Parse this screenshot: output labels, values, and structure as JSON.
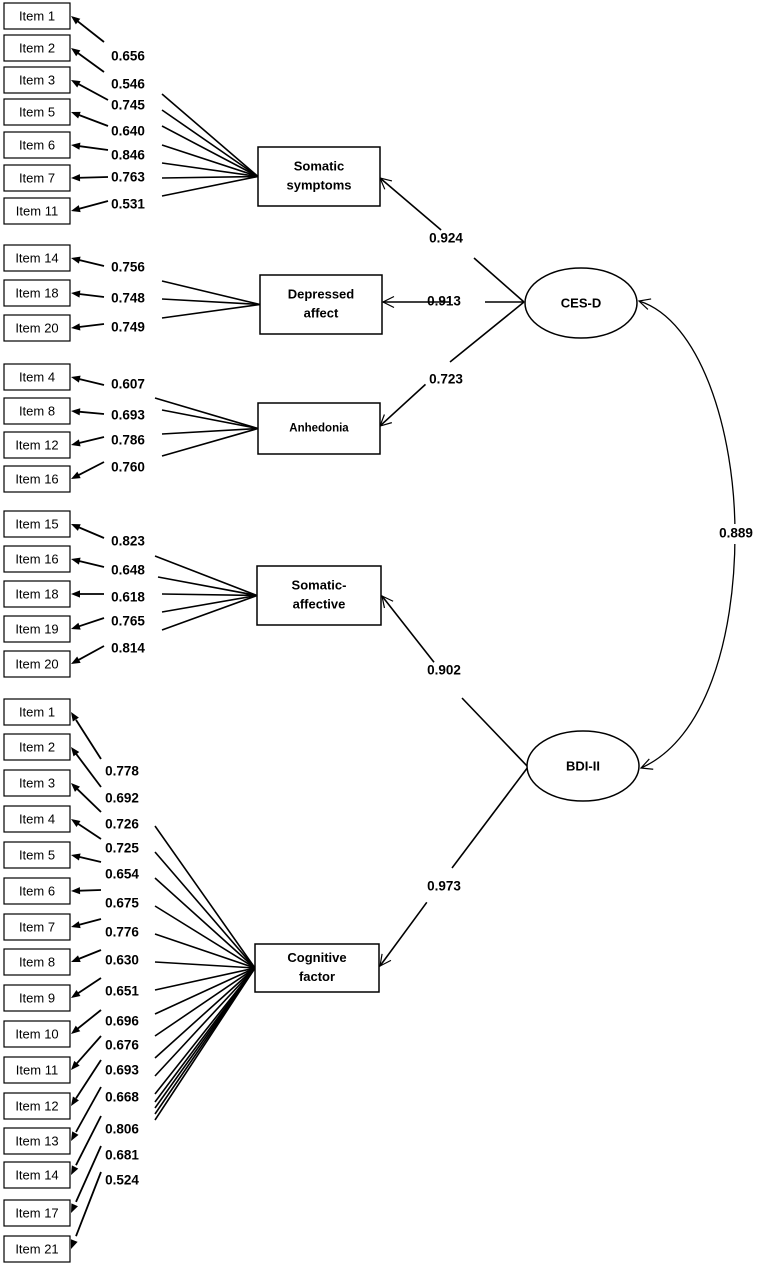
{
  "latent_factors": [
    {
      "id": "cesd",
      "label": "CES-D"
    },
    {
      "id": "bdi",
      "label": "BDI-II"
    }
  ],
  "correlation": {
    "between": [
      "CES-D",
      "BDI-II"
    ],
    "value": "0.889"
  },
  "first_order_factors": [
    {
      "id": "somatic",
      "label_lines": [
        "Somatic",
        "symptoms"
      ],
      "parent": "CES-D",
      "parent_loading": "0.924",
      "items": [
        {
          "label": "Item 1",
          "loading": "0.656"
        },
        {
          "label": "Item 2",
          "loading": "0.546"
        },
        {
          "label": "Item 3",
          "loading": "0.745"
        },
        {
          "label": "Item 5",
          "loading": "0.640"
        },
        {
          "label": "Item 6",
          "loading": "0.846"
        },
        {
          "label": "Item 7",
          "loading": "0.763"
        },
        {
          "label": "Item 11",
          "loading": "0.531"
        }
      ]
    },
    {
      "id": "depressed",
      "label_lines": [
        "Depressed",
        "affect"
      ],
      "parent": "CES-D",
      "parent_loading": "0.913",
      "items": [
        {
          "label": "Item 14",
          "loading": "0.756"
        },
        {
          "label": "Item 18",
          "loading": "0.748"
        },
        {
          "label": "Item 20",
          "loading": "0.749"
        }
      ]
    },
    {
      "id": "anhedonia",
      "label_lines": [
        "Anhedonia"
      ],
      "parent": "CES-D",
      "parent_loading": "0.723",
      "items": [
        {
          "label": "Item 4",
          "loading": "0.607"
        },
        {
          "label": "Item 8",
          "loading": "0.693"
        },
        {
          "label": "Item 12",
          "loading": "0.786"
        },
        {
          "label": "Item 16",
          "loading": "0.760"
        }
      ]
    },
    {
      "id": "somaff",
      "label_lines": [
        "Somatic-",
        "affective"
      ],
      "parent": "BDI-II",
      "parent_loading": "0.902",
      "items": [
        {
          "label": "Item 15",
          "loading": "0.823"
        },
        {
          "label": "Item 16",
          "loading": "0.648"
        },
        {
          "label": "Item 18",
          "loading": "0.618"
        },
        {
          "label": "Item 19",
          "loading": "0.765"
        },
        {
          "label": "Item 20",
          "loading": "0.814"
        }
      ]
    },
    {
      "id": "cognitive",
      "label_lines": [
        "Cognitive",
        "factor"
      ],
      "parent": "BDI-II",
      "parent_loading": "0.973",
      "items": [
        {
          "label": "Item 1",
          "loading": "0.778"
        },
        {
          "label": "Item 2",
          "loading": "0.692"
        },
        {
          "label": "Item 3",
          "loading": "0.726"
        },
        {
          "label": "Item 4",
          "loading": "0.725"
        },
        {
          "label": "Item 5",
          "loading": "0.654"
        },
        {
          "label": "Item 6",
          "loading": "0.675"
        },
        {
          "label": "Item 7",
          "loading": "0.776"
        },
        {
          "label": "Item 8",
          "loading": "0.630"
        },
        {
          "label": "Item 9",
          "loading": "0.651"
        },
        {
          "label": "Item 10",
          "loading": "0.696"
        },
        {
          "label": "Item 11",
          "loading": "0.676"
        },
        {
          "label": "Item 12",
          "loading": "0.693"
        },
        {
          "label": "Item 13",
          "loading": "0.668"
        },
        {
          "label": "Item 14",
          "loading": "0.806"
        },
        {
          "label": "Item 17",
          "loading": "0.681"
        },
        {
          "label": "Item 21",
          "loading": "0.524"
        }
      ]
    }
  ]
}
